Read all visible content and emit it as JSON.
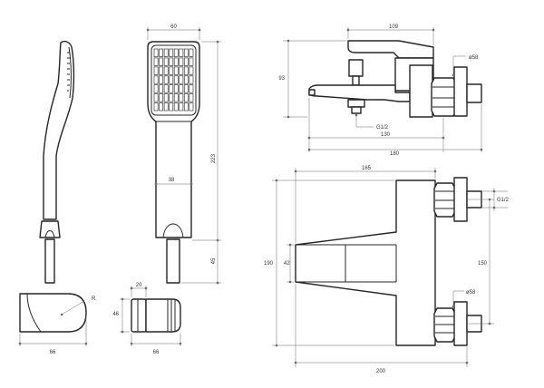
{
  "hand_shower_side": {},
  "hand_shower_front": {
    "width_label": "60",
    "length_label": "223",
    "handle_width_label": "38",
    "tail_label": "45",
    "head_grid_cols": 8,
    "head_grid_rows": 7
  },
  "shower_holder": {
    "radius_label": "R",
    "width_label": "66"
  },
  "shower_bracket": {
    "slot_label": "20",
    "height_label": "46",
    "width_label": "66"
  },
  "mixer_side": {
    "top_width_label": "109",
    "height_label": "93",
    "nut_label": "ø58",
    "thread_label": "G1/2",
    "spout_label": "130",
    "total_label": "180"
  },
  "mixer_top": {
    "width_label": "165",
    "depth_label": "190",
    "lever_label": "42",
    "thread_label": "G1/2",
    "centers_label": "150",
    "nut_label": "ø58",
    "total_label": "200"
  }
}
